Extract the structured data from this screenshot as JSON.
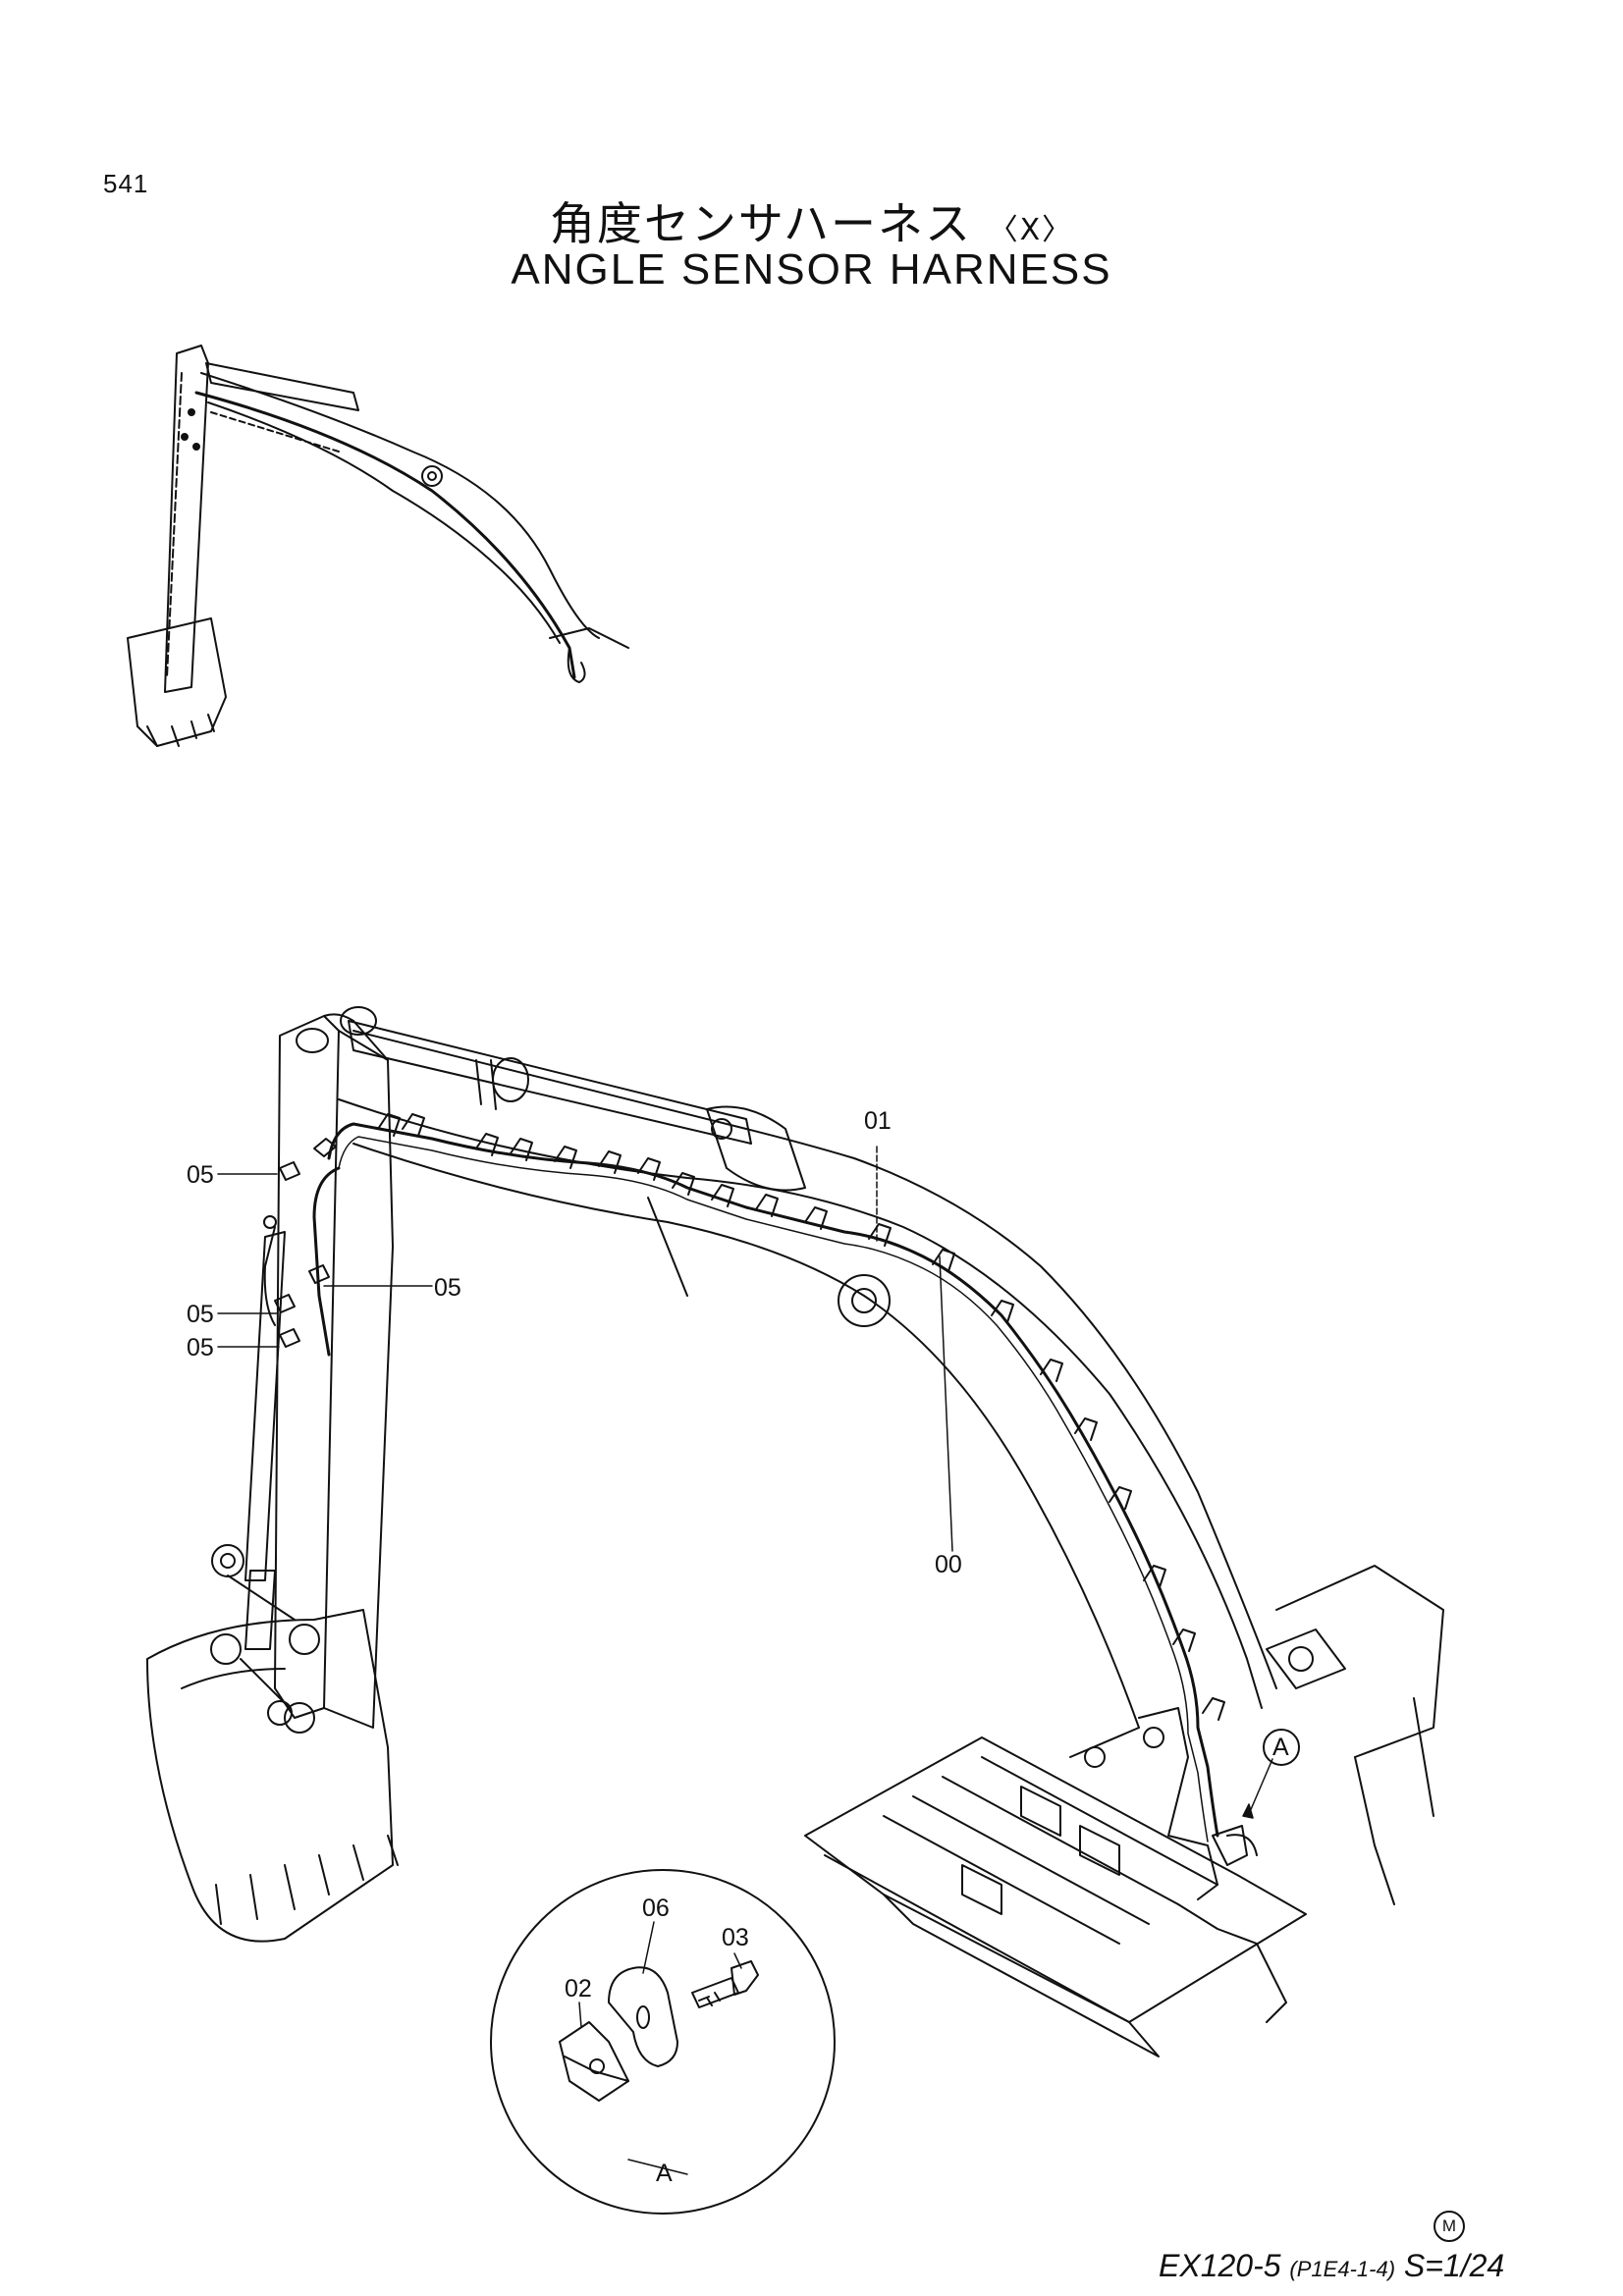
{
  "page": {
    "page_number": "541",
    "title_jp": "角度センサハーネス",
    "title_jp_suffix": "〈X〉",
    "title_en": "ANGLE SENSOR HARNESS"
  },
  "callouts": {
    "c01": "01",
    "c00": "00",
    "c05a": "05",
    "c05b": "05",
    "c05c": "05",
    "c05d": "05",
    "detail_ref": "A",
    "c06": "06",
    "c03": "03",
    "c02": "02",
    "detail_label": "A"
  },
  "footer": {
    "model": "EX120-5",
    "code": "(P1E4-1-4)",
    "scale": "S=1/24",
    "mark": "M"
  }
}
